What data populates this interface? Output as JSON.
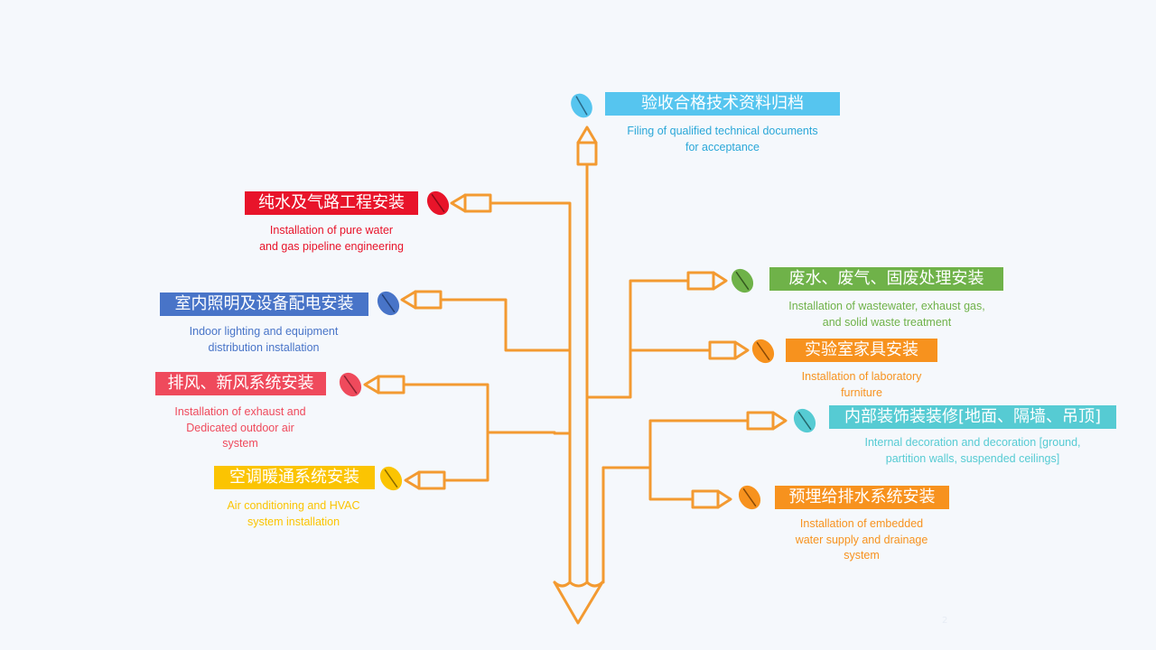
{
  "colors": {
    "trunk": "#f39a31",
    "red": "#e8142a",
    "blue": "#4874c8",
    "pink": "#ef4a5c",
    "yellow": "#fbc402",
    "lightblue": "#56c5ef",
    "green": "#6fb249",
    "orange": "#f7921e",
    "teal": "#56cbd3"
  },
  "top": {
    "title": "验收合格技术资料归档",
    "subtitle_1": "Filing of qualified technical documents",
    "subtitle_2": "for acceptance"
  },
  "left": [
    {
      "title": "纯水及气路工程安装",
      "lines": [
        "Installation of pure water",
        "and gas pipeline engineering"
      ]
    },
    {
      "title": "室内照明及设备配电安装",
      "lines": [
        "Indoor lighting and equipment",
        "distribution installation"
      ]
    },
    {
      "title": "排风、新风系统安装",
      "lines": [
        "Installation of exhaust and",
        "Dedicated outdoor air",
        "system"
      ]
    },
    {
      "title": "空调暖通系统安装",
      "lines": [
        "Air conditioning and HVAC",
        "system installation"
      ]
    }
  ],
  "right": [
    {
      "title": "废水、废气、固废处理安装",
      "lines": [
        "Installation of wastewater, exhaust gas,",
        "and solid waste treatment"
      ]
    },
    {
      "title": "实验室家具安装",
      "lines": [
        "Installation of laboratory",
        "furniture"
      ]
    },
    {
      "title": "内部装饰装装修[地面、隔墙、吊顶]",
      "lines": [
        "Internal decoration and decoration [ground,",
        "partition walls, suspended ceilings]"
      ]
    },
    {
      "title": "预埋给排水系统安装",
      "lines": [
        "Installation of embedded",
        "water supply and drainage",
        "system"
      ]
    }
  ],
  "page_number": "2"
}
